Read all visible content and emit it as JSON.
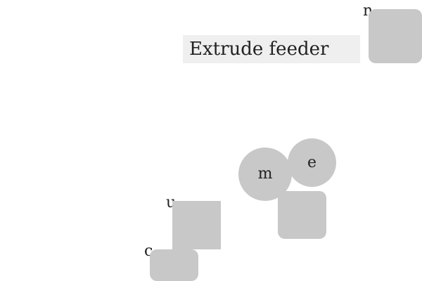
{
  "title": {
    "text": "Extrude feeder"
  },
  "labels": {
    "n": "n",
    "u": "u",
    "c": "c",
    "m": "m",
    "e": "e"
  },
  "colors": {
    "background": "#ffffff",
    "title_background": "#efefef",
    "shape_fill": "#c8c8c8",
    "text": "#222222"
  }
}
